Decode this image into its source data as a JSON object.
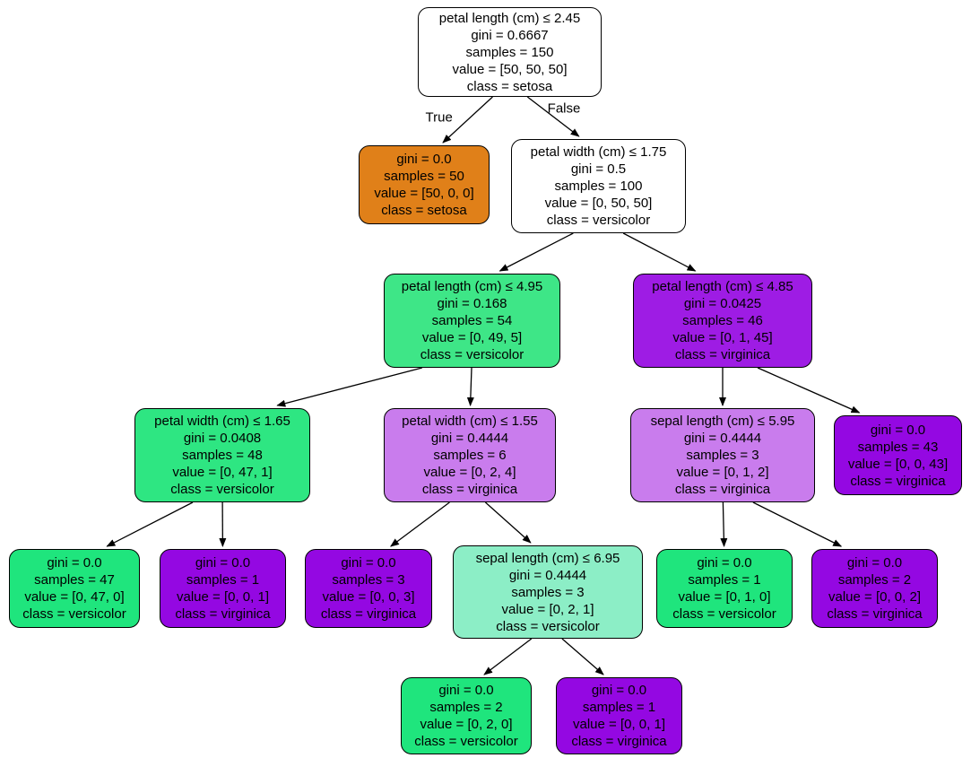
{
  "tree": {
    "nodes": [
      {
        "id": "n0",
        "fill": "#ffffff",
        "lines": [
          "petal length (cm) ≤ 2.45",
          "gini = 0.6667",
          "samples = 150",
          "value = [50, 50, 50]",
          "class = setosa"
        ]
      },
      {
        "id": "n1",
        "fill": "#e08019",
        "lines": [
          "gini = 0.0",
          "samples = 50",
          "value = [50, 0, 0]",
          "class = setosa"
        ]
      },
      {
        "id": "n2",
        "fill": "#ffffff",
        "lines": [
          "petal width (cm) ≤ 1.75",
          "gini = 0.5",
          "samples = 100",
          "value = [0, 50, 50]",
          "class = versicolor"
        ]
      },
      {
        "id": "n3",
        "fill": "#3ee687",
        "lines": [
          "petal length (cm) ≤ 4.95",
          "gini = 0.168",
          "samples = 54",
          "value = [0, 49, 5]",
          "class = versicolor"
        ]
      },
      {
        "id": "n4",
        "fill": "#9e1ce4",
        "lines": [
          "petal length (cm) ≤ 4.85",
          "gini = 0.0425",
          "samples = 46",
          "value = [0, 1, 45]",
          "class = virginica"
        ]
      },
      {
        "id": "n5",
        "fill": "#2ee682",
        "lines": [
          "petal width (cm) ≤ 1.65",
          "gini = 0.0408",
          "samples = 48",
          "value = [0, 47, 1]",
          "class = versicolor"
        ]
      },
      {
        "id": "n6",
        "fill": "#c97ced",
        "lines": [
          "petal width (cm) ≤ 1.55",
          "gini = 0.4444",
          "samples = 6",
          "value = [0, 2, 4]",
          "class = virginica"
        ]
      },
      {
        "id": "n7",
        "fill": "#c97ced",
        "lines": [
          "sepal length (cm) ≤ 5.95",
          "gini = 0.4444",
          "samples = 3",
          "value = [0, 1, 2]",
          "class = virginica"
        ]
      },
      {
        "id": "n8",
        "fill": "#9408e2",
        "lines": [
          "gini = 0.0",
          "samples = 43",
          "value = [0, 0, 43]",
          "class = virginica"
        ]
      },
      {
        "id": "n9",
        "fill": "#1fe57d",
        "lines": [
          "gini = 0.0",
          "samples = 47",
          "value = [0, 47, 0]",
          "class = versicolor"
        ]
      },
      {
        "id": "n10",
        "fill": "#9408e2",
        "lines": [
          "gini = 0.0",
          "samples = 1",
          "value = [0, 0, 1]",
          "class = virginica"
        ]
      },
      {
        "id": "n11",
        "fill": "#9408e2",
        "lines": [
          "gini = 0.0",
          "samples = 3",
          "value = [0, 0, 3]",
          "class = virginica"
        ]
      },
      {
        "id": "n12",
        "fill": "#8ceec6",
        "lines": [
          "sepal length (cm) ≤ 6.95",
          "gini = 0.4444",
          "samples = 3",
          "value = [0, 2, 1]",
          "class = versicolor"
        ]
      },
      {
        "id": "n13",
        "fill": "#1fe57d",
        "lines": [
          "gini = 0.0",
          "samples = 1",
          "value = [0, 1, 0]",
          "class = versicolor"
        ]
      },
      {
        "id": "n14",
        "fill": "#9408e2",
        "lines": [
          "gini = 0.0",
          "samples = 2",
          "value = [0, 0, 2]",
          "class = virginica"
        ]
      },
      {
        "id": "n15",
        "fill": "#1fe57d",
        "lines": [
          "gini = 0.0",
          "samples = 2",
          "value = [0, 2, 0]",
          "class = versicolor"
        ]
      },
      {
        "id": "n16",
        "fill": "#9408e2",
        "lines": [
          "gini = 0.0",
          "samples = 1",
          "value = [0, 0, 1]",
          "class = virginica"
        ]
      }
    ],
    "edges": [
      {
        "from": "n0",
        "to": "n1",
        "label": "True"
      },
      {
        "from": "n0",
        "to": "n2",
        "label": "False"
      },
      {
        "from": "n2",
        "to": "n3"
      },
      {
        "from": "n2",
        "to": "n4"
      },
      {
        "from": "n3",
        "to": "n5"
      },
      {
        "from": "n3",
        "to": "n6"
      },
      {
        "from": "n4",
        "to": "n7"
      },
      {
        "from": "n4",
        "to": "n8"
      },
      {
        "from": "n5",
        "to": "n9"
      },
      {
        "from": "n5",
        "to": "n10"
      },
      {
        "from": "n6",
        "to": "n11"
      },
      {
        "from": "n6",
        "to": "n12"
      },
      {
        "from": "n7",
        "to": "n13"
      },
      {
        "from": "n7",
        "to": "n14"
      },
      {
        "from": "n12",
        "to": "n15"
      },
      {
        "from": "n12",
        "to": "n16"
      }
    ]
  }
}
